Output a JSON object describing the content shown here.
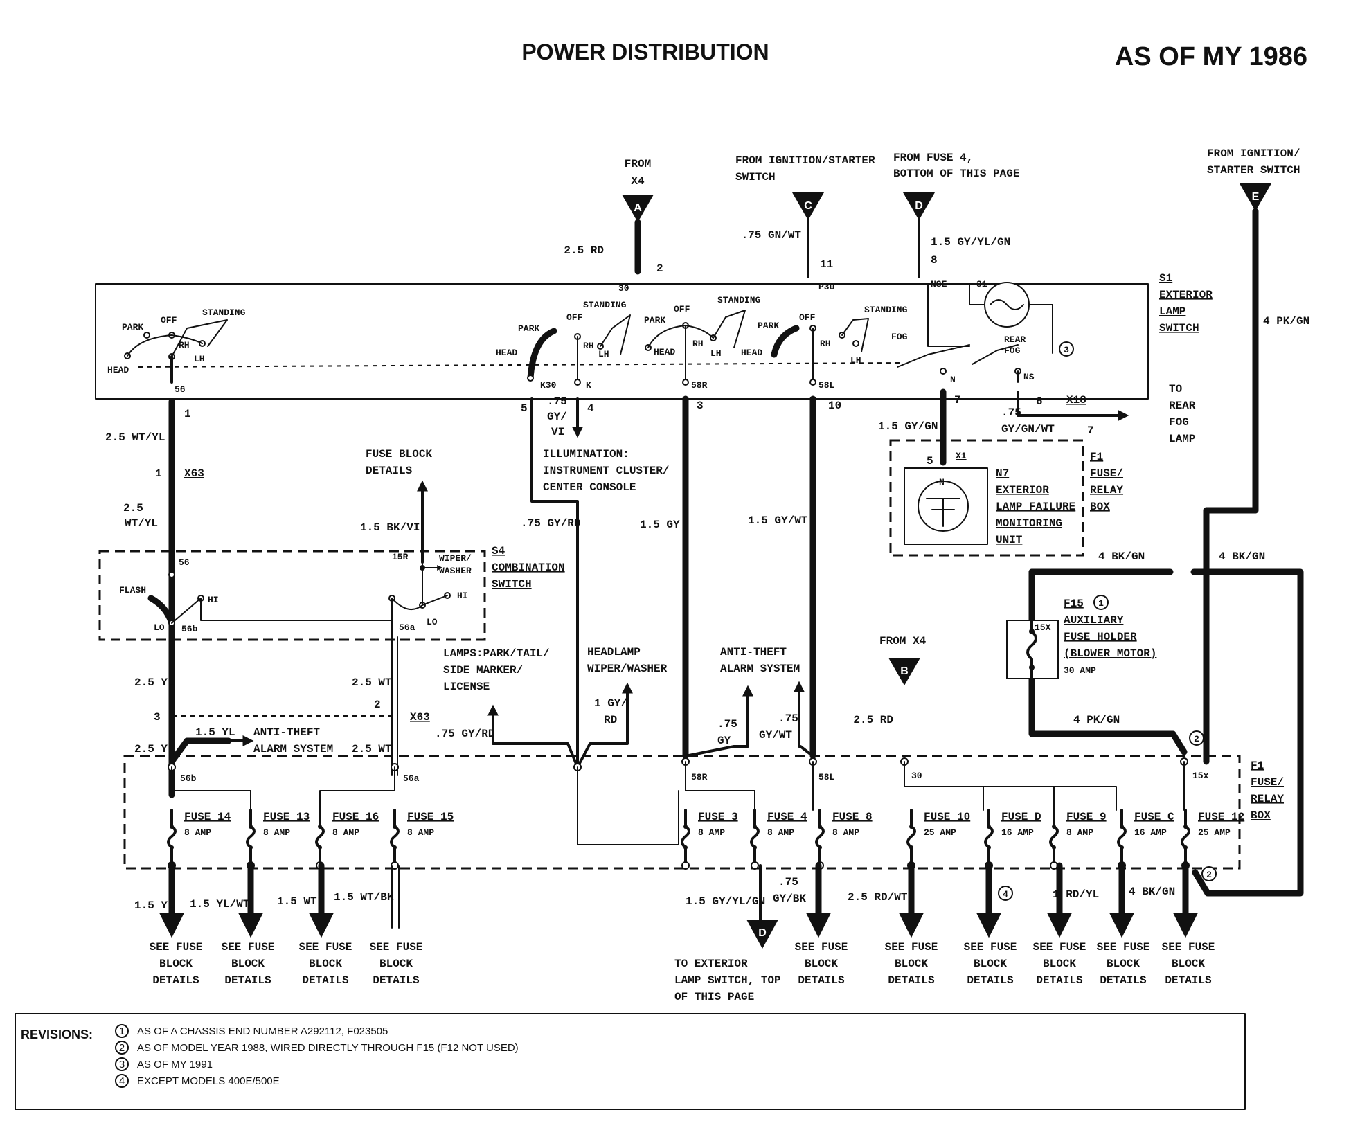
{
  "title": "POWER DISTRIBUTION",
  "as_of": "AS OF MY 1986",
  "sources": {
    "A": {
      "letter": "A",
      "label1": "FROM",
      "label2": "X4",
      "wire": "2.5 RD",
      "pin": "2"
    },
    "C": {
      "letter": "C",
      "label1": "FROM IGNITION/STARTER",
      "label2": "SWITCH",
      "wire": ".75 GN/WT",
      "pin": "11"
    },
    "D": {
      "letter": "D",
      "label1": "FROM FUSE 4,",
      "label2": "BOTTOM OF THIS PAGE",
      "wire": "1.5 GY/YL/GN",
      "pin": "8"
    },
    "E": {
      "letter": "E",
      "label1": "FROM IGNITION/",
      "label2": "STARTER SWITCH",
      "wire": "4 PK/GN"
    },
    "B": {
      "letter": "B",
      "label1": "FROM X4",
      "wire": "2.5 RD"
    },
    "D2": {
      "letter": "D",
      "label1": "TO EXTERIOR",
      "label2": "LAMP SWITCH, TOP",
      "label3": "OF THIS PAGE"
    }
  },
  "s1": {
    "id": "S1",
    "line1": "EXTERIOR",
    "line2": "LAMP",
    "line3": "SWITCH",
    "park": "PARK",
    "off": "OFF",
    "standing": "STANDING",
    "head": "HEAD",
    "rh": "RH",
    "lh": "LH",
    "fog": "FOG",
    "rear": "REAR",
    "fog2": "FOG",
    "nse": "NSE",
    "n": "N",
    "ns": "NS",
    "t30": "30",
    "p30": "P30",
    "t31": "31",
    "t56": "56",
    "k30": "K30",
    "k": "K",
    "t58r": "58R",
    "t58l": "58L",
    "rev3": "3"
  },
  "pins": {
    "p1": "1",
    "p5": "5",
    "p4": "4",
    "p3": "3",
    "p10": "10",
    "p7": "7",
    "p6": "6",
    "p7b": "7",
    "p5b": "5",
    "x1": "X1"
  },
  "wires": {
    "w1": "2.5 WT/YL",
    "w2a": "2.5",
    "w2b": "WT/YL",
    "w75gyvi_a": ".75",
    "w75gyvi_b": "GY/",
    "w75gyvi_c": "VI",
    "w75gyrd": ".75 GY/RD",
    "w15gy": "1.5 GY",
    "w15gywt": "1.5 GY/WT",
    "w15gygn": "1.5 GY/GN",
    "w75gygnwt_a": ".75",
    "w75gygnwt_b": "GY/GN/WT",
    "w15bkvi": "1.5 BK/VI",
    "w25yl": "2.5 YL",
    "w25wt": "2.5 WT",
    "w15yl_top": "1.5 YL",
    "w25yl_b": "2.5 YL",
    "w25wt_b": "2.5 WT",
    "w75gyrd_b": ".75 GY/RD",
    "w1gyrd_a": "1 GY/",
    "w1gyrd_b": "RD",
    "w75gy_a": ".75",
    "w75gy_b": "GY",
    "w75gywt_a": ".75",
    "w75gywt_b": "GY/WT",
    "w4bkgn_l": "4 BK/GN",
    "w4bkgn_r": "4 BK/GN",
    "w4pkgn": "4 PK/GN",
    "b15yl": "1.5 YL",
    "b15ylwt": "1.5 YL/WT",
    "b15wt": "1.5 WT",
    "b15wtbk": "1.5 WT/BK",
    "b15gyylgn": "1.5 GY/YL/GN",
    "b75gybk_a": ".75",
    "b75gybk_b": "GY/BK",
    "b25rdwt": "2.5 RD/WT",
    "b1rdyl": "1 RD/YL",
    "b4bkgn": "4 BK/GN"
  },
  "connectors": {
    "x63a": "X63",
    "x63b": "X63",
    "p1": "1",
    "p3": "3",
    "p2": "2",
    "x18": "X18"
  },
  "labels": {
    "illum1": "ILLUMINATION:",
    "illum2": "INSTRUMENT CLUSTER/",
    "illum3": "CENTER CONSOLE",
    "to_rear1": "TO",
    "to_rear2": "REAR",
    "to_rear3": "FOG",
    "to_rear4": "LAMP",
    "fbd1": "FUSE BLOCK",
    "fbd2": "DETAILS",
    "lamps1": "LAMPS:PARK/TAIL/",
    "lamps2": "SIDE MARKER/",
    "lamps3": "LICENSE",
    "hw1": "HEADLAMP",
    "hw2": "WIPER/WASHER",
    "at1": "ANTI-THEFT",
    "at2": "ALARM SYSTEM",
    "atl1": "ANTI-THEFT",
    "atl2": "ALARM SYSTEM"
  },
  "s4": {
    "id": "S4",
    "line1": "COMBINATION",
    "line2": "SWITCH",
    "flash": "FLASH",
    "hi": "HI",
    "hi2": "HI",
    "lo": "LO",
    "lo2": "LO",
    "t56": "56",
    "t56b": "56b",
    "t56a": "56a",
    "t15r": "15R",
    "ww1": "WIPER/",
    "ww2": "WASHER"
  },
  "n7": {
    "id": "N7",
    "line1": "EXTERIOR",
    "line2": "LAMP FAILURE",
    "line3": "MONITORING",
    "line4": "UNIT",
    "n": "N"
  },
  "f1": {
    "id": "F1",
    "line1": "FUSE/",
    "line2": "RELAY",
    "line3": "BOX"
  },
  "f1b": {
    "id": "F1",
    "line1": "FUSE/",
    "line2": "RELAY",
    "line3": "BOX"
  },
  "f15": {
    "id": "F15",
    "line1": "AUXILIARY",
    "line2": "FUSE HOLDER",
    "line3": "(BLOWER MOTOR)",
    "line4": "30 AMP",
    "pin": "15X",
    "rev": "1"
  },
  "fusebox": {
    "t56b": "56b",
    "t56a": "56a",
    "t58r": "58R",
    "t58l": "58L",
    "t30": "30",
    "t15x": "15x",
    "rev2a": "2",
    "rev2b": "2",
    "fuses": [
      {
        "name": "FUSE 14",
        "amp": "8 AMP"
      },
      {
        "name": "FUSE 13",
        "amp": "8 AMP"
      },
      {
        "name": "FUSE 16",
        "amp": "8 AMP"
      },
      {
        "name": "FUSE 15",
        "amp": "8 AMP"
      },
      {
        "name": "FUSE 3",
        "amp": "8 AMP"
      },
      {
        "name": "FUSE 4",
        "amp": "8 AMP"
      },
      {
        "name": "FUSE 8",
        "amp": "8 AMP"
      },
      {
        "name": "FUSE 10",
        "amp": "25 AMP"
      },
      {
        "name": "FUSE D",
        "amp": "16 AMP"
      },
      {
        "name": "FUSE 9",
        "amp": "8 AMP"
      },
      {
        "name": "FUSE C",
        "amp": "16 AMP"
      },
      {
        "name": "FUSE 12",
        "amp": "25 AMP"
      }
    ],
    "rev4": "4"
  },
  "see": {
    "l1": "SEE FUSE",
    "l2": "BLOCK",
    "l3": "DETAILS"
  },
  "revisions": {
    "label": "REVISIONS:",
    "items": [
      {
        "n": "1",
        "text": "AS OF A CHASSIS END NUMBER A292112, F023505"
      },
      {
        "n": "2",
        "text": "AS OF MODEL YEAR 1988, WIRED DIRECTLY THROUGH F15 (F12 NOT USED)"
      },
      {
        "n": "3",
        "text": "AS OF MY 1991"
      },
      {
        "n": "4",
        "text": "EXCEPT MODELS 400E/500E"
      }
    ]
  }
}
